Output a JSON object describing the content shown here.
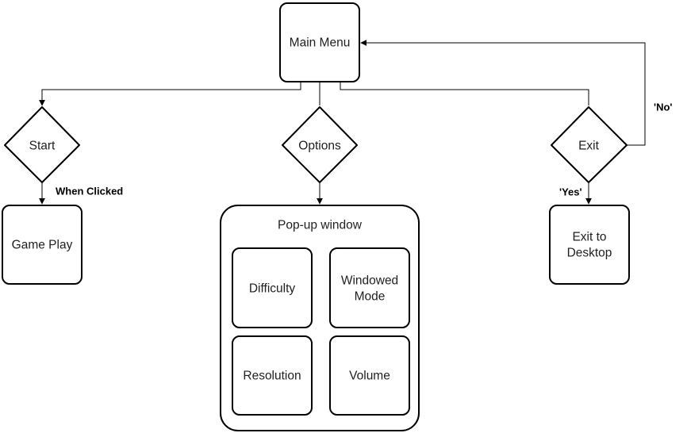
{
  "nodes": {
    "main_menu": "Main Menu",
    "start": "Start",
    "options": "Options",
    "exit": "Exit",
    "game_play": "Game Play",
    "popup_window": "Pop-up window",
    "difficulty": "Difficulty",
    "windowed_mode_line1": "Windowed",
    "windowed_mode_line2": "Mode",
    "resolution": "Resolution",
    "volume": "Volume",
    "exit_to_desktop_line1": "Exit to",
    "exit_to_desktop_line2": "Desktop"
  },
  "edge_labels": {
    "when_clicked": "When Clicked",
    "yes": "'Yes'",
    "no": "'No'"
  },
  "colors": {
    "stroke": "#000000",
    "fill": "#ffffff",
    "text": "#1f1f1f"
  }
}
